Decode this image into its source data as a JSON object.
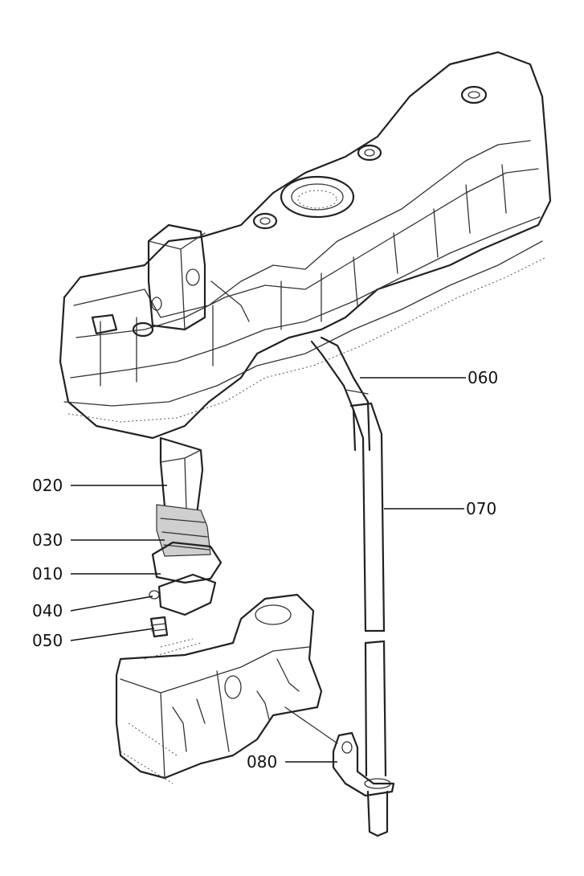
{
  "callouts": [
    {
      "id": "060",
      "label": "060"
    },
    {
      "id": "070",
      "label": "070"
    },
    {
      "id": "020",
      "label": "020"
    },
    {
      "id": "030",
      "label": "030"
    },
    {
      "id": "010",
      "label": "010"
    },
    {
      "id": "040",
      "label": "040"
    },
    {
      "id": "050",
      "label": "050"
    },
    {
      "id": "080",
      "label": "080"
    }
  ]
}
